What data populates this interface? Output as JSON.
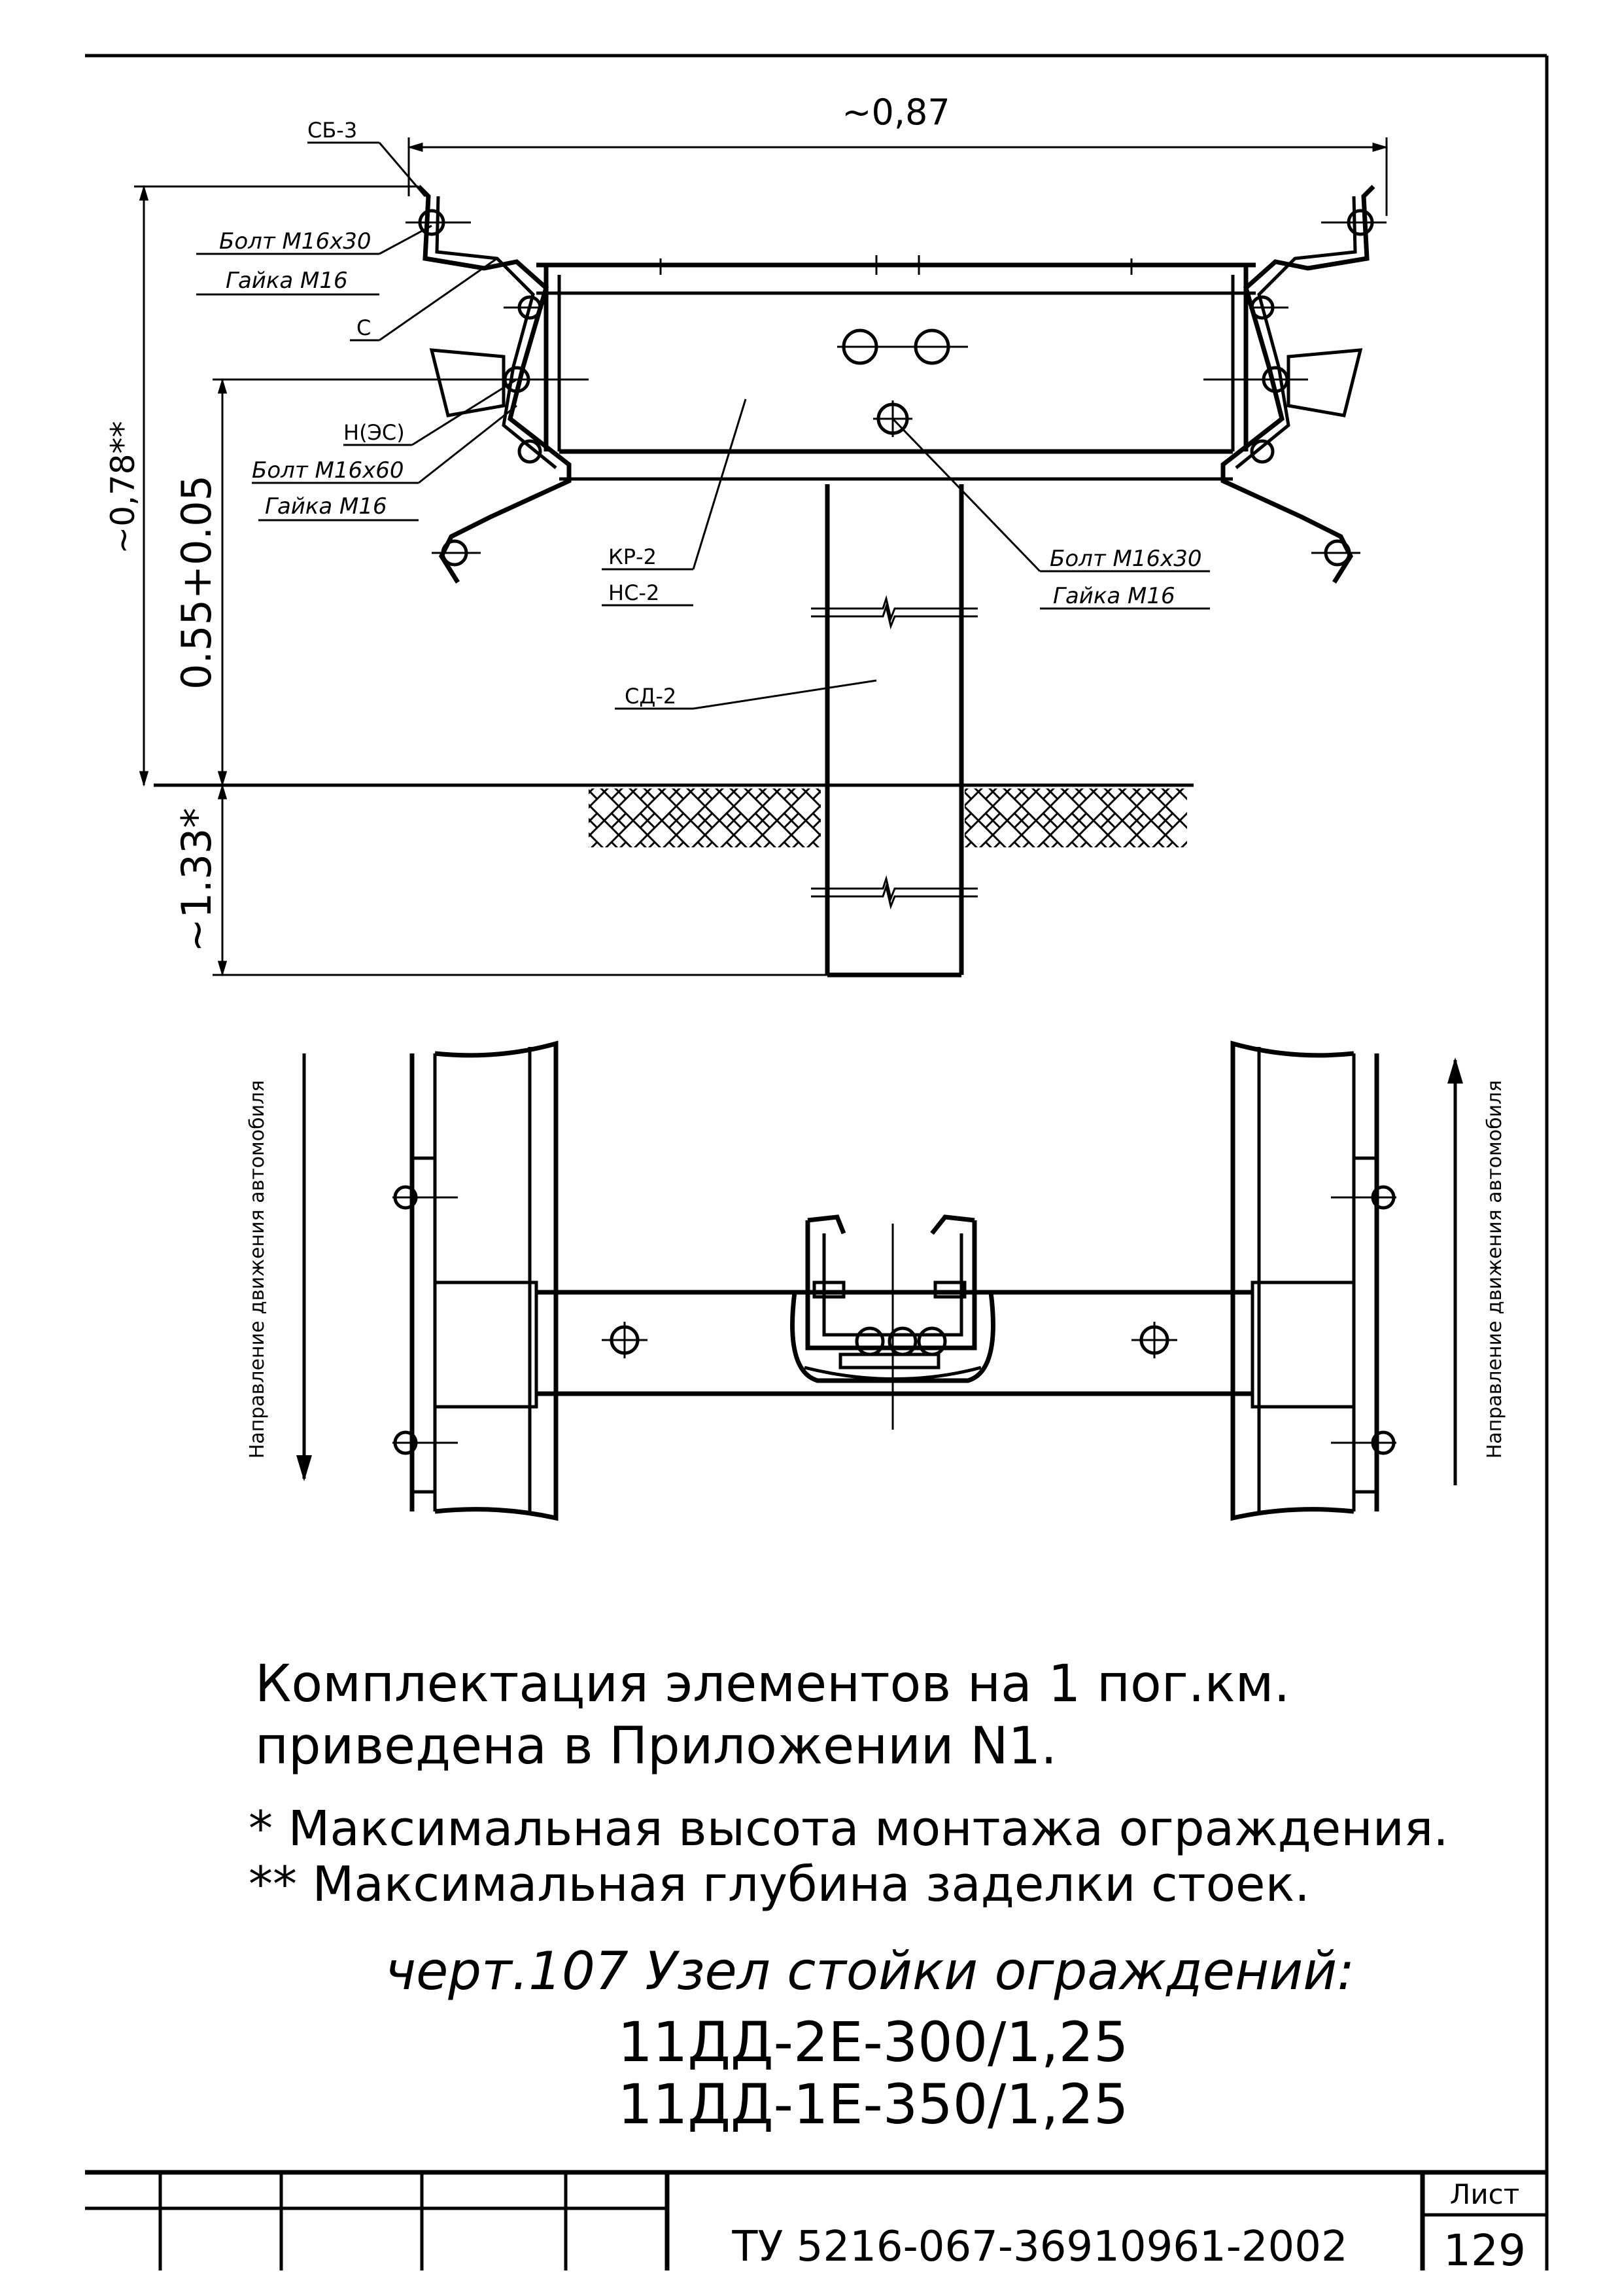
{
  "dimensions": {
    "top_width": "~0,87",
    "total_height": "~0,78**",
    "rail_height": "0.55+0.05",
    "embed_depth": "~1.33*"
  },
  "callouts": {
    "sb3": "СБ-3",
    "bolt_top": "Болт М16х30",
    "nut_top": "Гайка М16",
    "c": "С",
    "n_es": "Н(ЭС)",
    "bolt_mid": "Болт М16х60",
    "nut_mid": "Гайка М16",
    "kr2": "КР-2",
    "ns2": "НС-2",
    "bolt_right": "Болт М16х30",
    "nut_right": "Гайка М16",
    "sd2": "СД-2"
  },
  "direction": {
    "left": "Направление движения автомобиля",
    "right": "Направление движения автомобиля"
  },
  "notes": {
    "line1": "Комплектация элементов на 1 пог.км.",
    "line2": "приведена в Приложении N1.",
    "note1": "* Максимальная высота монтажа ограждения.",
    "note2": "** Максимальная глубина заделки стоек.",
    "title": "черт.107 Узел стойки ограждений:",
    "code1": "11ДД-2Е-300/1,25",
    "code2": "11ДД-1Е-350/1,25"
  },
  "stamp": {
    "doc_number": "ТУ 5216-067-36910961-2002",
    "sheet_label": "Лист",
    "sheet_number": "129"
  }
}
